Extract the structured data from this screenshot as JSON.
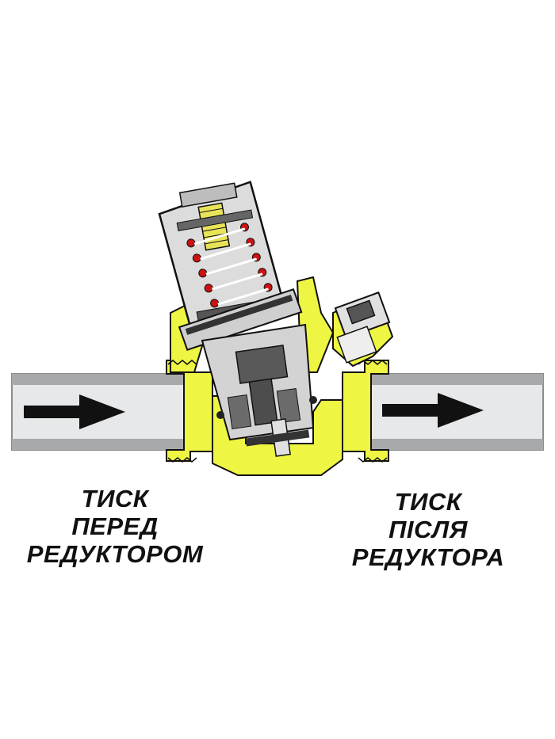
{
  "labels": {
    "before": [
      "ТИСК",
      "ПЕРЕД",
      "РЕДУКТОРОМ"
    ],
    "after": [
      "ТИСК",
      "ПІСЛЯ",
      "РЕДУКТОРА"
    ]
  },
  "colors": {
    "pipe": "#e6e8ea",
    "pipe_edge": "#8c8c8c",
    "brass": "#eef542",
    "brass_dark": "#c9cf10",
    "body": "#d9d9d9",
    "internal_dark": "#4d4d4d",
    "spring": "#cc1111",
    "arrow": "#111111"
  },
  "icons": [
    "flow-arrow-icon",
    "flow-arrow-icon",
    "pressure-gauge-port-icon"
  ]
}
